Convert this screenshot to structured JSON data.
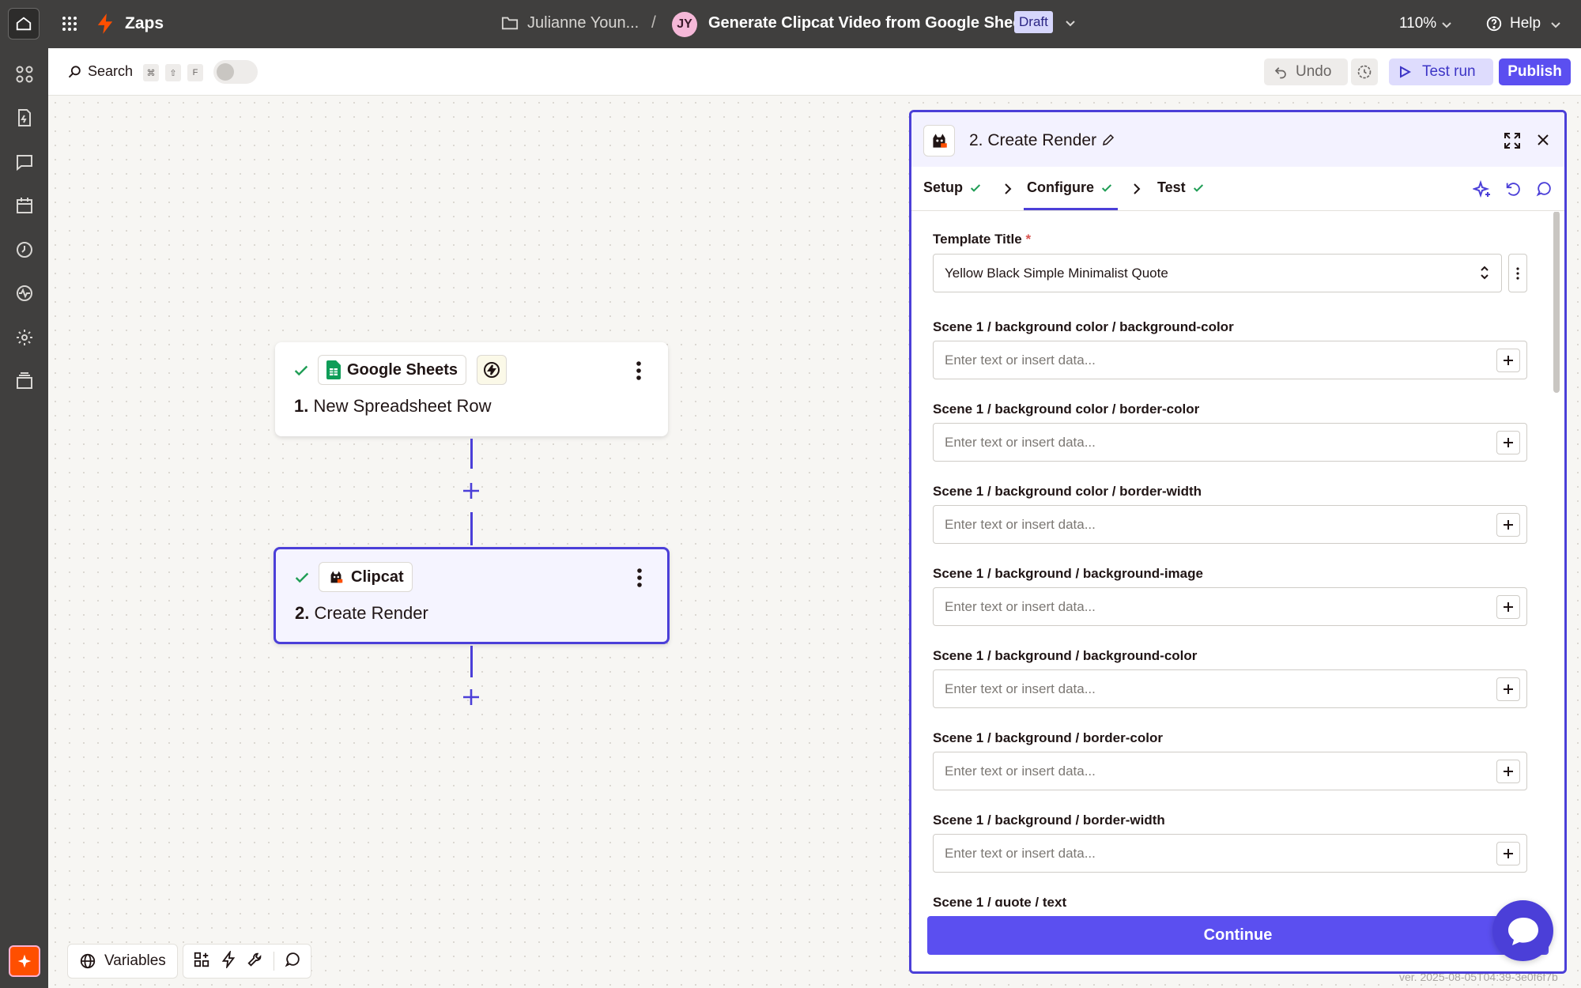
{
  "topbar": {
    "app_name": "Zaps",
    "breadcrumb_owner": "Julianne Youn...",
    "breadcrumb_separator": "/",
    "avatar_initials": "JY",
    "zap_title": "Generate Clipcat Video from Google Sheets",
    "status_badge": "Draft",
    "zoom": "110%",
    "help_label": "Help"
  },
  "toolbar": {
    "search_label": "Search",
    "shortcut_keys": [
      "⌘",
      "⇧",
      "F"
    ],
    "undo_label": "Undo",
    "test_run_label": "Test run",
    "publish_label": "Publish"
  },
  "steps": [
    {
      "number": "1.",
      "title": "New Spreadsheet Row",
      "app": "Google Sheets",
      "status": "complete"
    },
    {
      "number": "2.",
      "title": "Create Render",
      "app": "Clipcat",
      "status": "complete"
    }
  ],
  "bottom_toolbar": {
    "variables_label": "Variables"
  },
  "version": "ver. 2025-08-05T04:39-3e0f6f7b",
  "panel": {
    "title": "2. Create Render",
    "tabs": [
      {
        "label": "Setup",
        "complete": true
      },
      {
        "label": "Configure",
        "complete": true
      },
      {
        "label": "Test",
        "complete": true
      }
    ],
    "active_tab": "Configure",
    "template_field": {
      "label": "Template Title",
      "required_mark": "*",
      "value": "Yellow Black Simple Minimalist Quote"
    },
    "fields": [
      {
        "label": "Scene 1 / background color / background-color",
        "placeholder": "Enter text or insert data..."
      },
      {
        "label": "Scene 1 / background color / border-color",
        "placeholder": "Enter text or insert data..."
      },
      {
        "label": "Scene 1 / background color / border-width",
        "placeholder": "Enter text or insert data..."
      },
      {
        "label": "Scene 1 / background / background-image",
        "placeholder": "Enter text or insert data..."
      },
      {
        "label": "Scene 1 / background / background-color",
        "placeholder": "Enter text or insert data..."
      },
      {
        "label": "Scene 1 / background / border-color",
        "placeholder": "Enter text or insert data..."
      },
      {
        "label": "Scene 1 / background / border-width",
        "placeholder": "Enter text or insert data..."
      },
      {
        "label": "Scene 1 / quote / text",
        "placeholder": ""
      }
    ],
    "continue_label": "Continue"
  },
  "colors": {
    "brand_orange": "#ff4f00",
    "accent_purple": "#5b4ff0",
    "selection_border": "#4b3fd8",
    "success_green": "#1f9d55"
  }
}
